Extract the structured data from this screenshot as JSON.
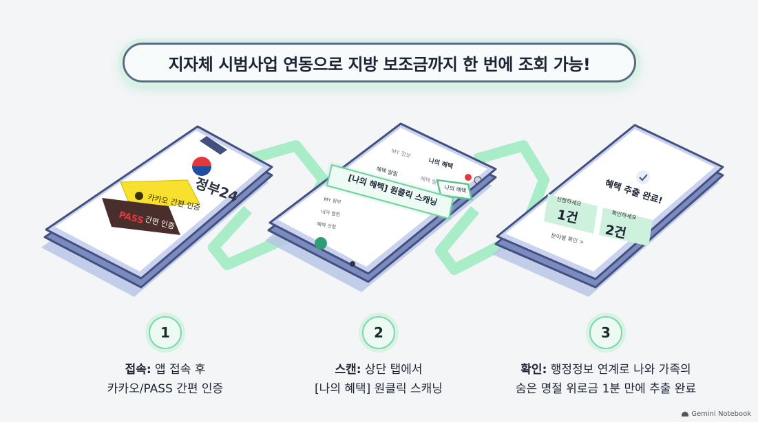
{
  "banner": {
    "title": "지자체 시범사업 연동으로 지방 보조금까지 한 번에 조회 가능!"
  },
  "phone1": {
    "logo_text": "정부24",
    "kakao_button": "카카오 간편 인증",
    "pass_prefix": "PASS",
    "pass_button": "간편 인증"
  },
  "phone2": {
    "header_label": "MY 정보",
    "header_title": "나의 혜택",
    "tab_1": "혜택 알림",
    "tab_2": "혜택 발견",
    "highlight_tab": "나의 혜택",
    "list_1": "MY 정보",
    "list_2": "내가 찜한",
    "list_3": "혜택 신청",
    "callout": "[나의 혜택] 원클릭 스캐닝"
  },
  "phone3": {
    "title": "혜택 추출 완료!",
    "card1_label": "신청하세요",
    "card1_value": "1건",
    "card2_label": "확인하세요",
    "card2_value": "2건",
    "link": "분야별 확인 >"
  },
  "steps": [
    {
      "num": "1",
      "label": "접속:",
      "line1": " 앱 접속 후",
      "line2": "카카오/PASS 간편 인증"
    },
    {
      "num": "2",
      "label": "스캔:",
      "line1": " 상단 탭에서",
      "line2": "[나의 혜택] 원클릭 스캐닝"
    },
    {
      "num": "3",
      "label": "확인:",
      "line1": " 행정정보 연계로 나와 가족의",
      "line2": "숨은 명절 위로금 1분 만에 추출 완료"
    }
  ],
  "footer": {
    "brand": "Gemini Notebook"
  }
}
